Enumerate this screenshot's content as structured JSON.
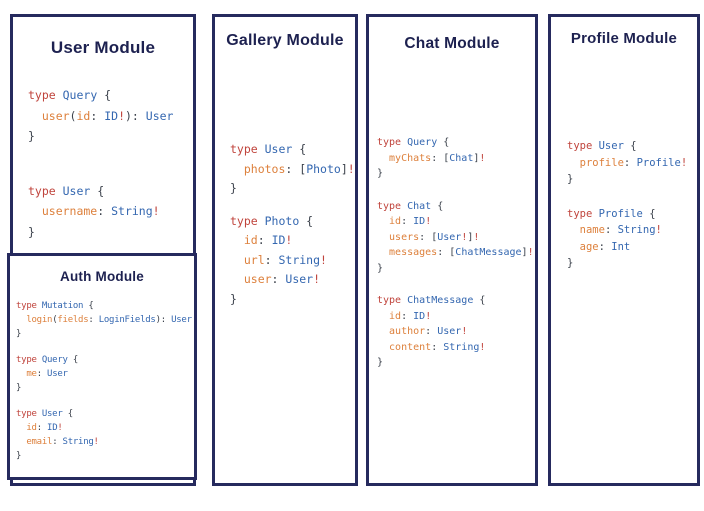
{
  "colors": {
    "border": "#262a5e",
    "title": "#1d2150",
    "keyword": "#c0443c",
    "type": "#3467b0",
    "field": "#dd803c",
    "punct": "#3c424c",
    "bang": "#c0443c"
  },
  "panels": [
    {
      "title": "User Module",
      "blocks": [
        [
          [
            [
              "type ",
              "k"
            ],
            [
              "Query ",
              "t"
            ],
            [
              "{",
              "p"
            ]
          ],
          [
            [
              "  user",
              "f"
            ],
            [
              "(",
              "p"
            ],
            [
              "id",
              "f"
            ],
            [
              ": ",
              "p"
            ],
            [
              "ID",
              "t"
            ],
            [
              "!",
              "b"
            ],
            [
              "): ",
              "p"
            ],
            [
              "User",
              "t"
            ]
          ],
          [
            [
              "}",
              "p"
            ]
          ]
        ],
        [
          [
            [
              "type ",
              "k"
            ],
            [
              "User ",
              "t"
            ],
            [
              "{",
              "p"
            ]
          ],
          [
            [
              "  username",
              "f"
            ],
            [
              ": ",
              "p"
            ],
            [
              "String",
              "t"
            ],
            [
              "!",
              "b"
            ]
          ],
          [
            [
              "}",
              "p"
            ]
          ]
        ]
      ]
    },
    {
      "title": "Auth Module",
      "blocks": [
        [
          [
            [
              "type ",
              "k"
            ],
            [
              "Mutation ",
              "t"
            ],
            [
              "{",
              "p"
            ]
          ],
          [
            [
              "  login",
              "f"
            ],
            [
              "(",
              "p"
            ],
            [
              "fields",
              "f"
            ],
            [
              ": ",
              "p"
            ],
            [
              "LoginFields",
              "t"
            ],
            [
              "): ",
              "p"
            ],
            [
              "User",
              "t"
            ]
          ],
          [
            [
              "}",
              "p"
            ]
          ]
        ],
        [
          [
            [
              "type ",
              "k"
            ],
            [
              "Query ",
              "t"
            ],
            [
              "{",
              "p"
            ]
          ],
          [
            [
              "  me",
              "f"
            ],
            [
              ": ",
              "p"
            ],
            [
              "User",
              "t"
            ]
          ],
          [
            [
              "}",
              "p"
            ]
          ]
        ],
        [
          [
            [
              "type ",
              "k"
            ],
            [
              "User ",
              "t"
            ],
            [
              "{",
              "p"
            ]
          ],
          [
            [
              "  id",
              "f"
            ],
            [
              ": ",
              "p"
            ],
            [
              "ID",
              "t"
            ],
            [
              "!",
              "b"
            ]
          ],
          [
            [
              "  email",
              "f"
            ],
            [
              ": ",
              "p"
            ],
            [
              "String",
              "t"
            ],
            [
              "!",
              "b"
            ]
          ],
          [
            [
              "}",
              "p"
            ]
          ]
        ]
      ]
    },
    {
      "title": "Gallery Module",
      "blocks": [
        [
          [
            [
              "type ",
              "k"
            ],
            [
              "User ",
              "t"
            ],
            [
              "{",
              "p"
            ]
          ],
          [
            [
              "  photos",
              "f"
            ],
            [
              ": ",
              "p"
            ],
            [
              "[",
              "p"
            ],
            [
              "Photo",
              "t"
            ],
            [
              "]",
              "p"
            ],
            [
              "!",
              "b"
            ]
          ],
          [
            [
              "}",
              "p"
            ]
          ]
        ],
        [
          [
            [
              "type ",
              "k"
            ],
            [
              "Photo ",
              "t"
            ],
            [
              "{",
              "p"
            ]
          ],
          [
            [
              "  id",
              "f"
            ],
            [
              ": ",
              "p"
            ],
            [
              "ID",
              "t"
            ],
            [
              "!",
              "b"
            ]
          ],
          [
            [
              "  url",
              "f"
            ],
            [
              ": ",
              "p"
            ],
            [
              "String",
              "t"
            ],
            [
              "!",
              "b"
            ]
          ],
          [
            [
              "  user",
              "f"
            ],
            [
              ": ",
              "p"
            ],
            [
              "User",
              "t"
            ],
            [
              "!",
              "b"
            ]
          ],
          [
            [
              "}",
              "p"
            ]
          ]
        ]
      ]
    },
    {
      "title": "Chat Module",
      "blocks": [
        [
          [
            [
              "type ",
              "k"
            ],
            [
              "Query ",
              "t"
            ],
            [
              "{",
              "p"
            ]
          ],
          [
            [
              "  myChats",
              "f"
            ],
            [
              ": ",
              "p"
            ],
            [
              "[",
              "p"
            ],
            [
              "Chat",
              "t"
            ],
            [
              "]",
              "p"
            ],
            [
              "!",
              "b"
            ]
          ],
          [
            [
              "}",
              "p"
            ]
          ]
        ],
        [
          [
            [
              "type ",
              "k"
            ],
            [
              "Chat ",
              "t"
            ],
            [
              "{",
              "p"
            ]
          ],
          [
            [
              "  id",
              "f"
            ],
            [
              ": ",
              "p"
            ],
            [
              "ID",
              "t"
            ],
            [
              "!",
              "b"
            ]
          ],
          [
            [
              "  users",
              "f"
            ],
            [
              ": ",
              "p"
            ],
            [
              "[",
              "p"
            ],
            [
              "User",
              "t"
            ],
            [
              "!",
              "b"
            ],
            [
              "]",
              "p"
            ],
            [
              "!",
              "b"
            ]
          ],
          [
            [
              "  messages",
              "f"
            ],
            [
              ": ",
              "p"
            ],
            [
              "[",
              "p"
            ],
            [
              "ChatMessage",
              "t"
            ],
            [
              "]",
              "p"
            ],
            [
              "!",
              "b"
            ]
          ],
          [
            [
              "}",
              "p"
            ]
          ]
        ],
        [
          [
            [
              "type ",
              "k"
            ],
            [
              "ChatMessage ",
              "t"
            ],
            [
              "{",
              "p"
            ]
          ],
          [
            [
              "  id",
              "f"
            ],
            [
              ": ",
              "p"
            ],
            [
              "ID",
              "t"
            ],
            [
              "!",
              "b"
            ]
          ],
          [
            [
              "  author",
              "f"
            ],
            [
              ": ",
              "p"
            ],
            [
              "User",
              "t"
            ],
            [
              "!",
              "b"
            ]
          ],
          [
            [
              "  content",
              "f"
            ],
            [
              ": ",
              "p"
            ],
            [
              "String",
              "t"
            ],
            [
              "!",
              "b"
            ]
          ],
          [
            [
              "}",
              "p"
            ]
          ]
        ]
      ]
    },
    {
      "title": "Profile Module",
      "blocks": [
        [
          [
            [
              "type ",
              "k"
            ],
            [
              "User ",
              "t"
            ],
            [
              "{",
              "p"
            ]
          ],
          [
            [
              "  profile",
              "f"
            ],
            [
              ": ",
              "p"
            ],
            [
              "Profile",
              "t"
            ],
            [
              "!",
              "b"
            ]
          ],
          [
            [
              "}",
              "p"
            ]
          ]
        ],
        [
          [
            [
              "type ",
              "k"
            ],
            [
              "Profile ",
              "t"
            ],
            [
              "{",
              "p"
            ]
          ],
          [
            [
              "  name",
              "f"
            ],
            [
              ": ",
              "p"
            ],
            [
              "String",
              "t"
            ],
            [
              "!",
              "b"
            ]
          ],
          [
            [
              "  age",
              "f"
            ],
            [
              ": ",
              "p"
            ],
            [
              "Int",
              "t"
            ]
          ],
          [
            [
              "}",
              "p"
            ]
          ]
        ]
      ]
    }
  ]
}
